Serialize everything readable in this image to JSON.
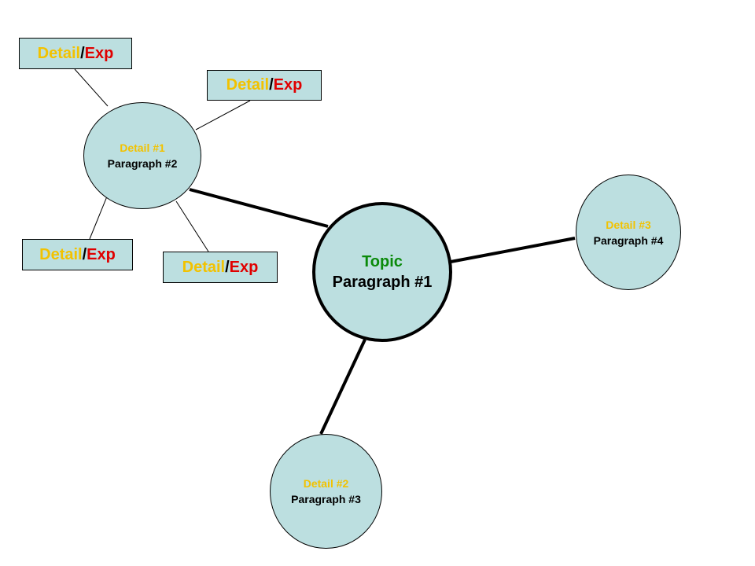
{
  "topic": {
    "line1": "Topic",
    "line2": "Paragraph #1"
  },
  "details": [
    {
      "line1": "Detail #1",
      "line2": "Paragraph #2"
    },
    {
      "line1": "Detail #2",
      "line2": "Paragraph #3"
    },
    {
      "line1": "Detail #3",
      "line2": "Paragraph #4"
    }
  ],
  "detail_boxes": [
    {
      "part1": "Detail",
      "separator": "/",
      "part2": "Exp"
    },
    {
      "part1": "Detail",
      "separator": "/",
      "part2": "Exp"
    },
    {
      "part1": "Detail",
      "separator": "/",
      "part2": "Exp"
    },
    {
      "part1": "Detail",
      "separator": "/",
      "part2": "Exp"
    }
  ],
  "colors": {
    "node_fill": "#bcdfe0",
    "topic_label": "#0a8a0a",
    "detail_label": "#f2c200",
    "exp_label": "#e00000",
    "outline": "#000000"
  }
}
